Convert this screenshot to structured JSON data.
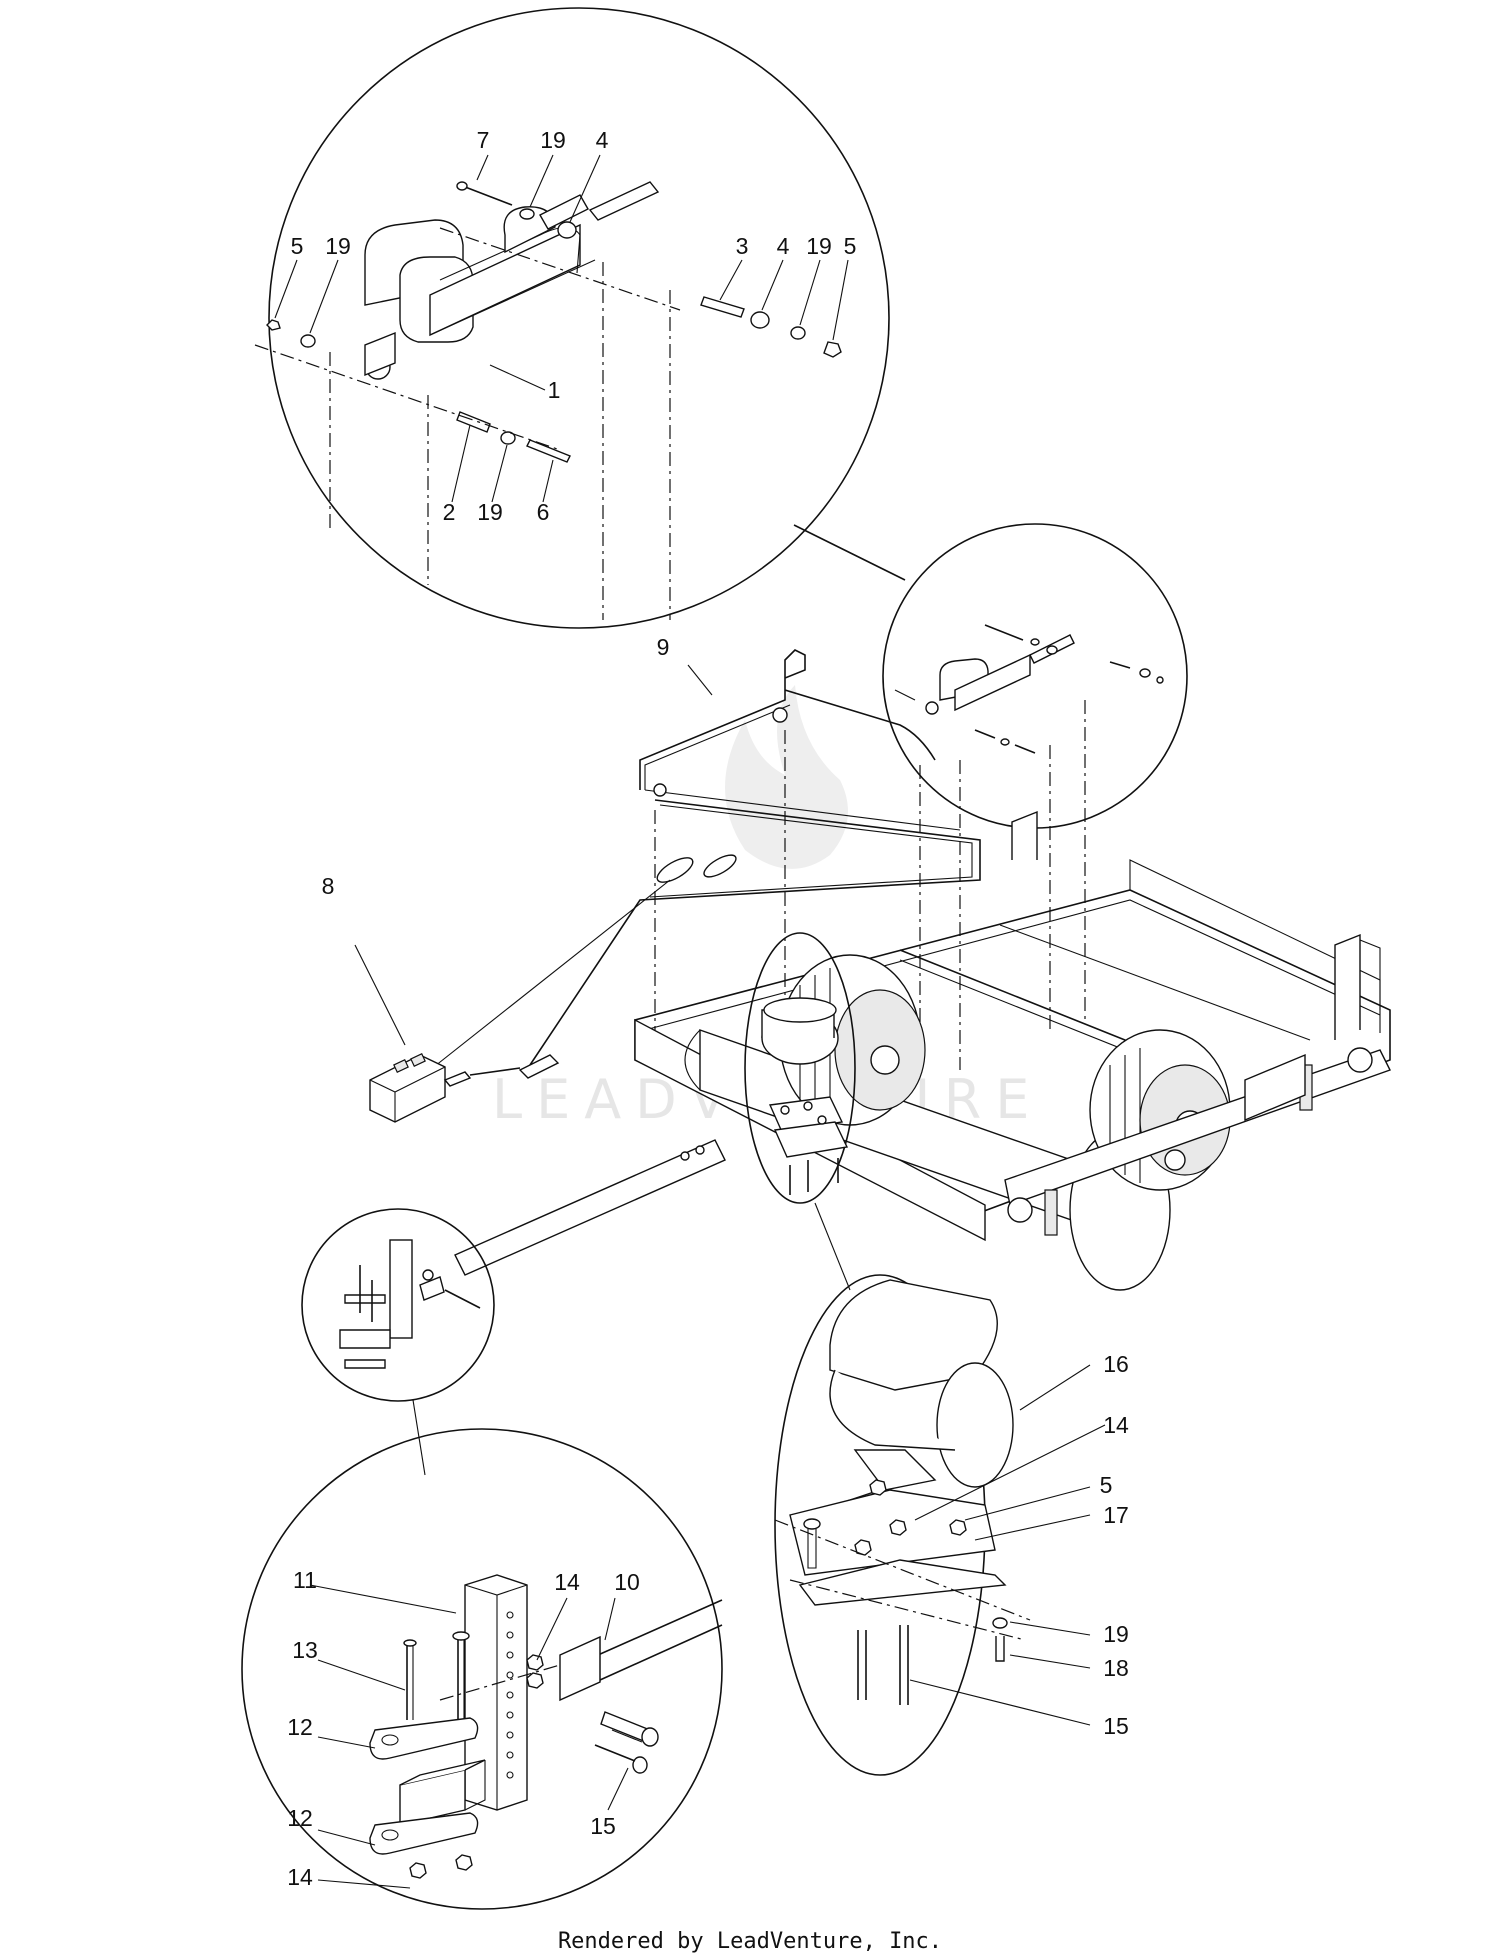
{
  "diagram": {
    "callouts": [
      {
        "id": "c-7-top",
        "text": "7"
      },
      {
        "id": "c-19-top",
        "text": "19"
      },
      {
        "id": "c-4-top",
        "text": "4"
      },
      {
        "id": "c-5-left",
        "text": "5"
      },
      {
        "id": "c-19-left",
        "text": "19"
      },
      {
        "id": "c-3",
        "text": "3"
      },
      {
        "id": "c-4-right",
        "text": "4"
      },
      {
        "id": "c-19-right",
        "text": "19"
      },
      {
        "id": "c-5-right",
        "text": "5"
      },
      {
        "id": "c-1",
        "text": "1"
      },
      {
        "id": "c-2",
        "text": "2"
      },
      {
        "id": "c-19-bottom",
        "text": "19"
      },
      {
        "id": "c-6",
        "text": "6"
      },
      {
        "id": "c-9",
        "text": "9"
      },
      {
        "id": "c-8",
        "text": "8"
      },
      {
        "id": "c-16",
        "text": "16"
      },
      {
        "id": "c-14-motor",
        "text": "14"
      },
      {
        "id": "c-5-motor",
        "text": "5"
      },
      {
        "id": "c-17",
        "text": "17"
      },
      {
        "id": "c-19-motor",
        "text": "19"
      },
      {
        "id": "c-18",
        "text": "18"
      },
      {
        "id": "c-15-motor",
        "text": "15"
      },
      {
        "id": "c-11",
        "text": "11"
      },
      {
        "id": "c-14-hitch-top",
        "text": "14"
      },
      {
        "id": "c-10",
        "text": "10"
      },
      {
        "id": "c-13",
        "text": "13"
      },
      {
        "id": "c-12-upper",
        "text": "12"
      },
      {
        "id": "c-15-hitch",
        "text": "15"
      },
      {
        "id": "c-12-lower",
        "text": "12"
      },
      {
        "id": "c-14-hitch-bottom",
        "text": "14"
      }
    ]
  },
  "watermark": "LEADVENTURE",
  "footer": "Rendered by LeadVenture, Inc."
}
